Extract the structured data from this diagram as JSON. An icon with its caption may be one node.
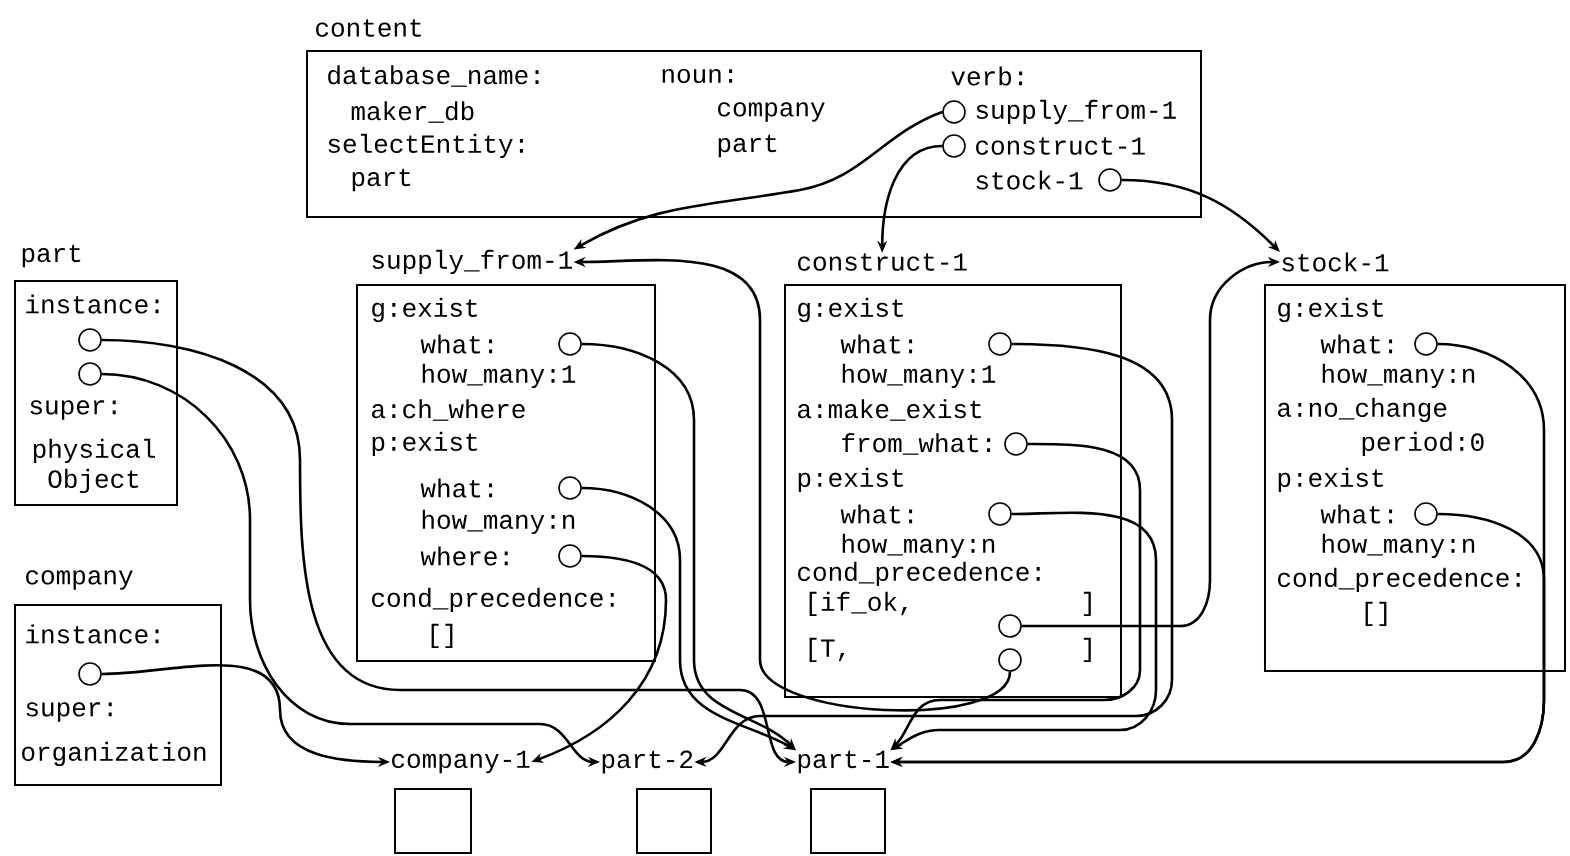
{
  "diagram": {
    "nodes": [
      {
        "text": [
          "content",
          "database_name:",
          "maker_db",
          "selectEntity:",
          "part",
          "noun:",
          "company",
          "part",
          "verb:",
          "supply_from-1",
          "construct-1",
          "stock-1"
        ]
      },
      {
        "text": [],
        "shape": "circle",
        "in": 0
      },
      {
        "text": [],
        "shape": "circle",
        "in": 0
      },
      {
        "text": [],
        "shape": "circle",
        "in": 0
      },
      {
        "text": [
          "part",
          "instance:",
          "super:",
          "physical Object"
        ]
      },
      {
        "text": [],
        "shape": "circle",
        "in": 4
      },
      {
        "text": [],
        "shape": "circle",
        "in": 4
      },
      {
        "text": [
          "company",
          "instance:",
          "super:",
          "organization"
        ]
      },
      {
        "text": [],
        "shape": "circle",
        "in": 7
      },
      {
        "text": [
          "supply_from-1",
          "g:exist",
          "what:",
          "how_many:1",
          "a:ch_where",
          "p:exist",
          "what:",
          "how_many:n",
          "where:",
          "cond_precedence:",
          "[]"
        ]
      },
      {
        "text": [],
        "shape": "circle",
        "in": 9
      },
      {
        "text": [],
        "shape": "circle",
        "in": 9
      },
      {
        "text": [],
        "shape": "circle",
        "in": 9
      },
      {
        "text": [
          "construct-1",
          "g:exist",
          "what:",
          "how_many:1",
          "a:make_exist",
          "from_what:",
          "p:exist",
          "what:",
          "how_many:n",
          "cond_precedence:",
          "[if_ok,",
          "]",
          "[T,",
          "]"
        ]
      },
      {
        "text": [],
        "shape": "circle",
        "in": 13
      },
      {
        "text": [],
        "shape": "circle",
        "in": 13
      },
      {
        "text": [],
        "shape": "circle",
        "in": 13
      },
      {
        "text": [],
        "shape": "circle",
        "in": 13
      },
      {
        "text": [],
        "shape": "circle",
        "in": 13
      },
      {
        "text": [
          "stock-1",
          "g:exist",
          "what:",
          "how_many:n",
          "a:no_change",
          "period:0",
          "p:exist",
          "what:",
          "how_many:n",
          "cond_precedence:",
          "[]"
        ]
      },
      {
        "text": [],
        "shape": "circle",
        "in": 19
      },
      {
        "text": [],
        "shape": "circle",
        "in": 19
      },
      {
        "text": [
          "company-1"
        ]
      },
      {
        "text": [
          "part-2"
        ]
      },
      {
        "text": [
          "part-1"
        ]
      }
    ],
    "edges": [
      {
        "from": 1,
        "to": 9,
        "arrow": "to"
      },
      {
        "from": 2,
        "to": 13,
        "arrow": "to"
      },
      {
        "from": 3,
        "to": 19,
        "arrow": "to"
      },
      {
        "from": 5,
        "to": 24,
        "arrow": "to"
      },
      {
        "from": 6,
        "to": 23,
        "arrow": "to"
      },
      {
        "from": 8,
        "to": 22,
        "arrow": "to"
      },
      {
        "from": 10,
        "to": 24,
        "arrow": "to"
      },
      {
        "from": 11,
        "to": 24,
        "arrow": "to"
      },
      {
        "from": 12,
        "to": 22,
        "arrow": "to"
      },
      {
        "from": 14,
        "to": 23,
        "arrow": "to"
      },
      {
        "from": 15,
        "to": 24,
        "arrow": "to"
      },
      {
        "from": 16,
        "to": 24,
        "arrow": "to"
      },
      {
        "from": 17,
        "to": 19,
        "arrow": "to"
      },
      {
        "from": 18,
        "to": 9,
        "arrow": "to"
      },
      {
        "from": 20,
        "to": 24,
        "arrow": "to"
      },
      {
        "from": 21,
        "to": 24,
        "arrow": "to"
      }
    ]
  }
}
